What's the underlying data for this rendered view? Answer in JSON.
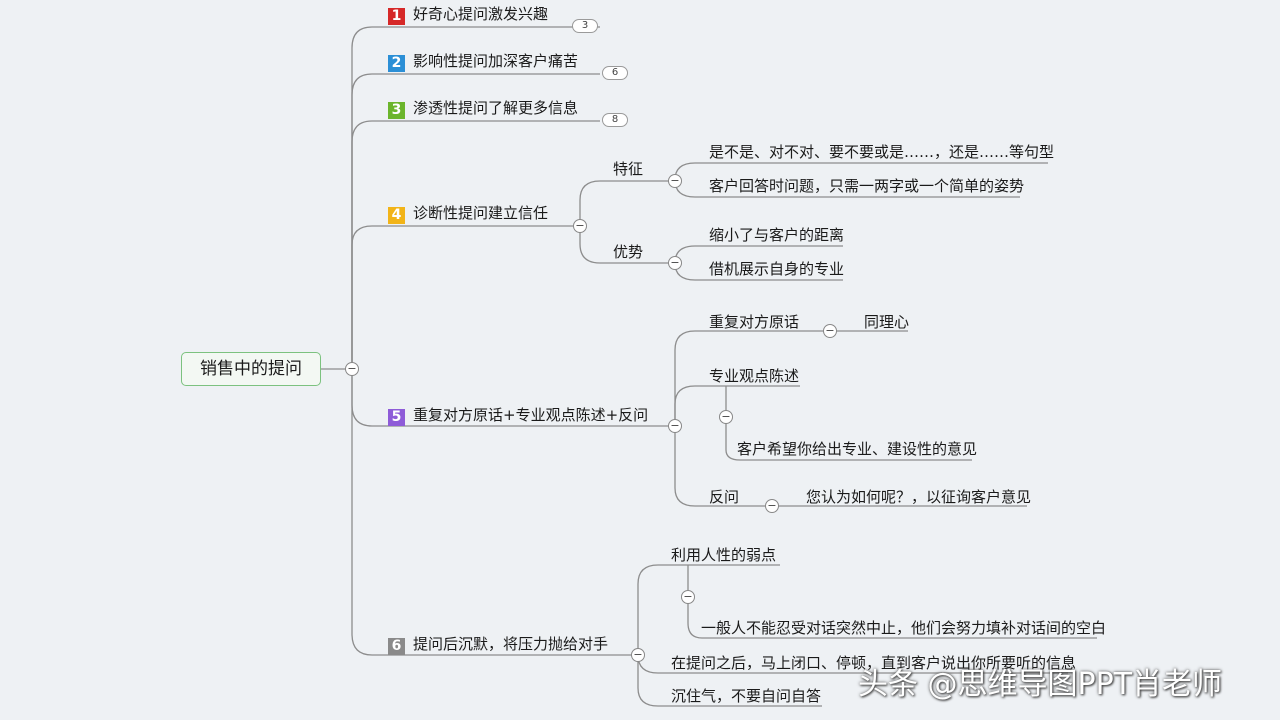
{
  "root": {
    "label": "销售中的提问"
  },
  "colors": {
    "line": "#8d8d8d",
    "root_border": "#7cc27f",
    "badge_1": "#d62828",
    "badge_2": "#2b8fd6",
    "badge_3": "#6bb52c",
    "badge_4": "#f2b418",
    "badge_5": "#8e5bd8",
    "badge_6": "#8a8a8a"
  },
  "branches": [
    {
      "num": "1",
      "label": "好奇心提问激发兴趣",
      "count": "3"
    },
    {
      "num": "2",
      "label": "影响性提问加深客户痛苦",
      "count": "6"
    },
    {
      "num": "3",
      "label": "渗透性提问了解更多信息",
      "count": "8"
    },
    {
      "num": "4",
      "label": "诊断性提问建立信任",
      "children": [
        {
          "label": "特征",
          "children": [
            "是不是、对不对、要不要或是……，还是……等句型",
            "客户回答时问题，只需一两字或一个简单的姿势"
          ]
        },
        {
          "label": "优势",
          "children": [
            "缩小了与客户的距离",
            "借机展示自身的专业"
          ]
        }
      ]
    },
    {
      "num": "5",
      "label": "重复对方原话+专业观点陈述+反问",
      "children": [
        {
          "label": "重复对方原话",
          "children": [
            "同理心"
          ]
        },
        {
          "label": "专业观点陈述",
          "children": [
            "客户希望你给出专业、建设性的意见"
          ]
        },
        {
          "label": "反问",
          "children": [
            "您认为如何呢？，以征询客户意见"
          ]
        }
      ]
    },
    {
      "num": "6",
      "label": "提问后沉默，将压力抛给对手",
      "children": [
        {
          "label": "利用人性的弱点",
          "children": [
            "一般人不能忍受对话突然中止，他们会努力填补对话间的空白"
          ]
        },
        {
          "label": "在提问之后，马上闭口、停顿，直到客户说出你所要听的信息"
        },
        {
          "label": "沉住气，不要自问自答"
        }
      ]
    }
  ],
  "collapse_symbol": "−",
  "watermark": "头条 @思维导图PPT肖老师"
}
